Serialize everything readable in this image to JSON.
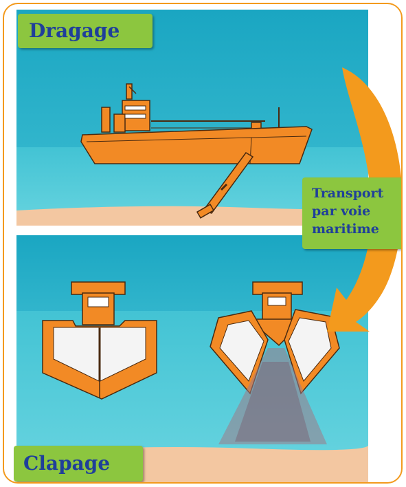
{
  "labels": {
    "top": "Dragage",
    "middle": [
      "Transport",
      "par voie",
      "maritime"
    ],
    "bottom": "Clapage"
  },
  "colors": {
    "water_dark": "#1aa6c2",
    "water_light": "#5fd0dd",
    "sand": "#f3c7a1",
    "ship": "#f28a25",
    "outline": "#4a2a10",
    "arrow": "#f39a1d",
    "label_bg": "#8cc63f",
    "label_text": "#1f3f9a"
  }
}
